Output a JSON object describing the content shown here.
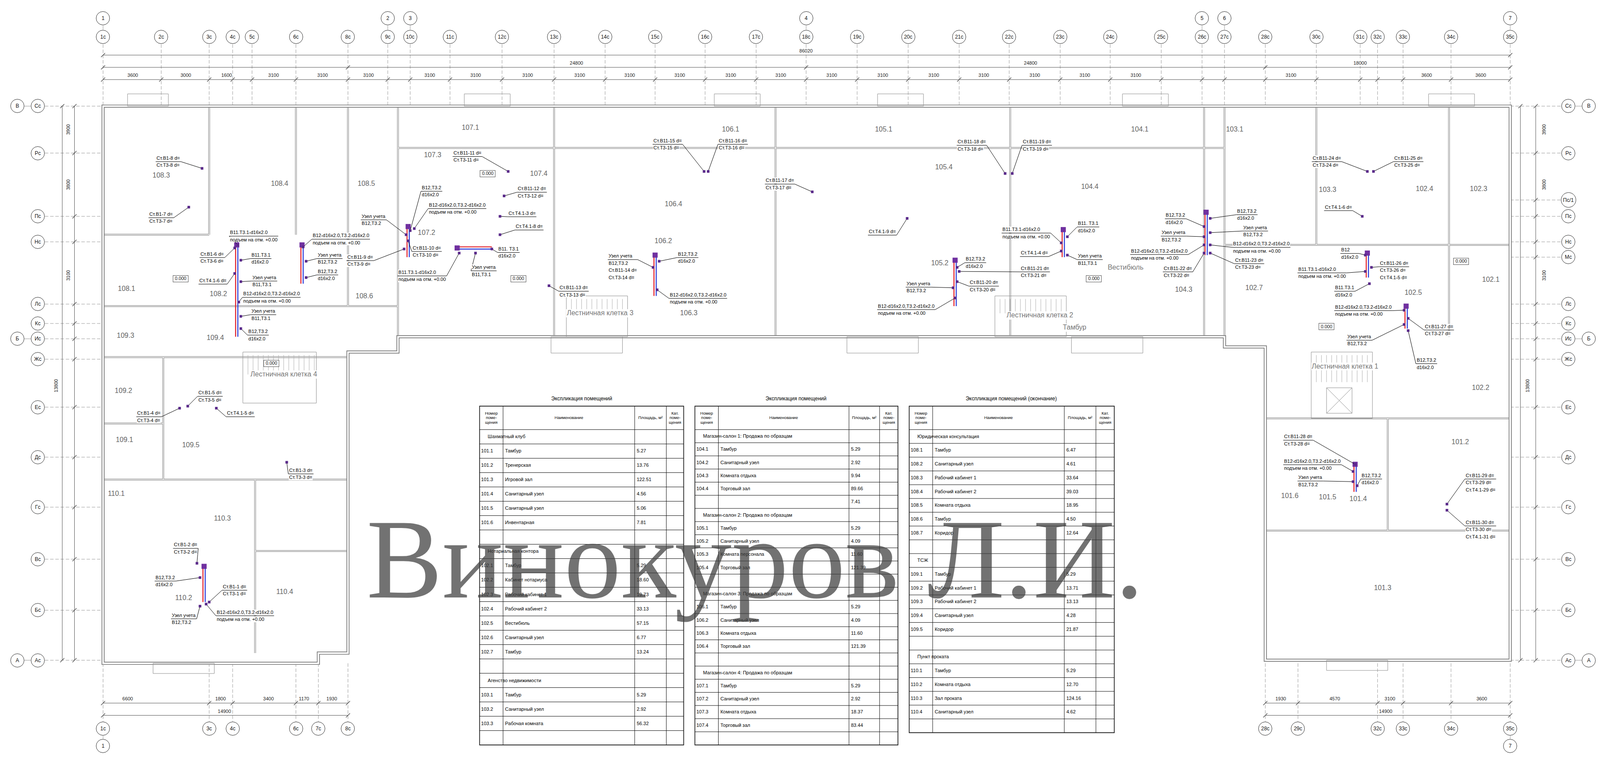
{
  "diagram": {
    "nodes": [
      {
        "text": [
          "1"
        ]
      },
      {
        "text": [
          "2"
        ]
      },
      {
        "text": [
          "3"
        ]
      },
      {
        "text": [
          "4"
        ]
      },
      {
        "text": [
          "5"
        ]
      },
      {
        "text": [
          "6"
        ]
      },
      {
        "text": [
          "7"
        ]
      },
      {
        "text": [
          "1с"
        ]
      },
      {
        "text": [
          "2с"
        ]
      },
      {
        "text": [
          "3с"
        ]
      },
      {
        "text": [
          "4с"
        ]
      },
      {
        "text": [
          "5с"
        ]
      },
      {
        "text": [
          "6с"
        ]
      },
      {
        "text": [
          "8с"
        ]
      },
      {
        "text": [
          "9с"
        ]
      },
      {
        "text": [
          "10с"
        ]
      },
      {
        "text": [
          "11с"
        ]
      },
      {
        "text": [
          "12с"
        ]
      },
      {
        "text": [
          "13с"
        ]
      },
      {
        "text": [
          "14с"
        ]
      },
      {
        "text": [
          "15с"
        ]
      },
      {
        "text": [
          "16с"
        ]
      },
      {
        "text": [
          "17с"
        ]
      },
      {
        "text": [
          "18с"
        ]
      },
      {
        "text": [
          "19с"
        ]
      },
      {
        "text": [
          "20с"
        ]
      },
      {
        "text": [
          "21с"
        ]
      },
      {
        "text": [
          "22с"
        ]
      },
      {
        "text": [
          "23с"
        ]
      },
      {
        "text": [
          "24с"
        ]
      },
      {
        "text": [
          "25с"
        ]
      },
      {
        "text": [
          "26с"
        ]
      },
      {
        "text": [
          "27с"
        ]
      },
      {
        "text": [
          "28с"
        ]
      },
      {
        "text": [
          "30с"
        ]
      },
      {
        "text": [
          "31с"
        ]
      },
      {
        "text": [
          "32с"
        ]
      },
      {
        "text": [
          "33с"
        ]
      },
      {
        "text": [
          "34с"
        ]
      },
      {
        "text": [
          "35с"
        ]
      },
      {
        "text": [
          "1с"
        ]
      },
      {
        "text": [
          "3с"
        ]
      },
      {
        "text": [
          "4с"
        ]
      },
      {
        "text": [
          "6с"
        ]
      },
      {
        "text": [
          "7с"
        ]
      },
      {
        "text": [
          "8с"
        ]
      },
      {
        "text": [
          "28с"
        ]
      },
      {
        "text": [
          "29с"
        ]
      },
      {
        "text": [
          "32с"
        ]
      },
      {
        "text": [
          "33с"
        ]
      },
      {
        "text": [
          "34с"
        ]
      },
      {
        "text": [
          "35с"
        ]
      },
      {
        "text": [
          "1"
        ]
      },
      {
        "text": [
          "7"
        ]
      },
      {
        "text": [
          "В"
        ]
      },
      {
        "text": [
          "Б"
        ]
      },
      {
        "text": [
          "А"
        ]
      },
      {
        "text": [
          "Сс"
        ]
      },
      {
        "text": [
          "Рс"
        ]
      },
      {
        "text": [
          "Пс"
        ]
      },
      {
        "text": [
          "Нс"
        ]
      },
      {
        "text": [
          "Лс"
        ]
      },
      {
        "text": [
          "Кс"
        ]
      },
      {
        "text": [
          "Ис"
        ]
      },
      {
        "text": [
          "Жс"
        ]
      },
      {
        "text": [
          "Ес"
        ]
      },
      {
        "text": [
          "Дс"
        ]
      },
      {
        "text": [
          "Гс"
        ]
      },
      {
        "text": [
          "Вс"
        ]
      },
      {
        "text": [
          "Бс"
        ]
      },
      {
        "text": [
          "Ас"
        ]
      },
      {
        "text": [
          "Сс"
        ]
      },
      {
        "text": [
          "Рс"
        ]
      },
      {
        "text": [
          "Пс/1"
        ]
      },
      {
        "text": [
          "Пс"
        ]
      },
      {
        "text": [
          "Нс"
        ]
      },
      {
        "text": [
          "Мс"
        ]
      },
      {
        "text": [
          "Лс"
        ]
      },
      {
        "text": [
          "Кс"
        ]
      },
      {
        "text": [
          "Ис"
        ]
      },
      {
        "text": [
          "Жс"
        ]
      },
      {
        "text": [
          "Ес"
        ]
      },
      {
        "text": [
          "Дс"
        ]
      },
      {
        "text": [
          "Гс"
        ]
      },
      {
        "text": [
          "Вс"
        ]
      },
      {
        "text": [
          "Бс"
        ]
      },
      {
        "text": [
          "Ас"
        ]
      },
      {
        "text": [
          "В"
        ]
      },
      {
        "text": [
          "Б"
        ]
      },
      {
        "text": [
          "А"
        ]
      },
      {
        "text": [
          "0.000"
        ]
      },
      {
        "text": [
          "0.000"
        ]
      },
      {
        "text": [
          "0.000"
        ]
      },
      {
        "text": [
          "0.000"
        ]
      },
      {
        "text": [
          "0.000"
        ]
      },
      {
        "text": [
          "0.000"
        ]
      },
      {
        "text": [
          "0.000"
        ]
      }
    ],
    "labels": [
      "86020",
      "24800",
      "24800",
      "18000",
      "3600",
      "3000",
      "1600",
      "3100",
      "3100",
      "3100",
      "3100",
      "3100",
      "3100",
      "3100",
      "3100",
      "3100",
      "3100",
      "3100",
      "3100",
      "3100",
      "3100",
      "3100",
      "3100",
      "3100",
      "3100",
      "3100",
      "3600",
      "3600",
      "6600",
      "1800",
      "3400",
      "1170",
      "1930",
      "1930",
      "4570",
      "3100",
      "3600",
      "14900",
      "14900",
      "3900",
      "3800",
      "3100",
      "13800",
      "3900",
      "3800",
      "3100",
      "13800",
      "107.1",
      "106.1",
      "105.1",
      "104.1",
      "103.1",
      "107.3",
      "107.4",
      "105.4",
      "108.3",
      "108.4",
      "108.5",
      "106.4",
      "104.4",
      "103.3",
      "102.4",
      "102.3",
      "107.2",
      "108.1",
      "108.2",
      "108.6",
      "106.2",
      "106.3",
      "105.2",
      "104.3",
      "102.7",
      "102.1",
      "102.5",
      "109.3",
      "109.4",
      "109.2",
      "109.1",
      "109.5",
      "110.1",
      "110.3",
      "110.2",
      "110.4",
      "102.2",
      "101.2",
      "101.6",
      "101.5",
      "101.4",
      "101.3",
      "Лестничная клетка 4",
      "Лестничная клетка 3",
      "Лестничная клетка 2",
      "Тамбур",
      "Вестибюль",
      "Лестничная клетка 1",
      "Ст.В1-8 d=",
      "Ст.Т3-8 d=",
      "Ст.В1-7 d=",
      "Ст.Т3-7 d=",
      "Ст.В1-6 d=",
      "Ст.Т3-6 d=",
      "Ст.Т4.1-6 d=",
      "В11.Т3.1-d16х2.0",
      "подъем на отм. +0.00",
      "В12-d16х2.0,Т3.2-d16х2.0",
      "подъем на отм. +0.00",
      "В11.Т3.1",
      "d16х2.0",
      "Узел учета",
      "В12,Т3.2",
      "В12,Т3.2",
      "d16х2.0",
      "Узел учета",
      "В11,Т3.1",
      "В12-d16х2.0,Т3.2-d16х2.0",
      "подъем на отм. +0.00",
      "Узел учета",
      "В11,Т3.1",
      "В12,Т3.2",
      "d16х2.0",
      "Ст.В1-5 d=",
      "Ст.Т3-5 d=",
      "Ст.В1-4 d=",
      "Ст.Т3-4 d=",
      "Ст.Т4.1-5 d=",
      "Ст.В1-3 d=",
      "Ст.Т3-3 d=",
      "Ст.В1-2 d=",
      "Ст.Т3-2 d=",
      "В12,Т3.2",
      "d16х2.0",
      "Ст.В1-1 d=",
      "Ст.Т3-1 d=",
      "Узел учета",
      "В12,Т3.2",
      "В12-d16х2.0,Т3.2-d16х2.0",
      "подъем на отм. +0.00",
      "Ст.В11-11 d=",
      "Ст.Т3-11 d=",
      "Ст.В11-12 d=",
      "Ст.Т3-12 d=",
      "Ст.Т4.1-3 d=",
      "Ст.Т4.1-8 d=",
      "В12,Т3.2",
      "d16х2.0",
      "В12-d16х2.0,Т3.2-d16х2.0",
      "подъем на отм. +0.00",
      "Узел учета",
      "В12,Т3.2",
      "Ст.В11-9 d=",
      "Ст.Т3-9 d=",
      "Ст.В11-10 d=",
      "Ст.Т3-10 d=",
      "В11.Т3.1-d16х2.0",
      "подъем на отм. +0.00",
      "Узел учета",
      "В11,Т3.1",
      "В11. Т3.1",
      "d16х2.0",
      "Ст.В11-13 d=",
      "Ст.Т3-13 d=",
      "Узел учета",
      "В12,Т3.2",
      "Ст.В11-14 d=",
      "Ст.Т3-14 d=",
      "В12,Т3.2",
      "d16х2.0",
      "В12-d16х2.0,Т3.2-d16х2.0",
      "подъем на отм. +0.00",
      "Ст.В11-15 d=",
      "Ст.Т3-15 d=",
      "Ст.В11-16 d=",
      "Ст.Т3-16 d=",
      "Ст.В11-17 d=",
      "Ст.Т3-17 d=",
      "Ст.Т4.1-9 d=",
      "Ст.В11-18 d=",
      "Ст.Т3-18 d=",
      "Ст.В11-19 d=",
      "Ст.Т3-19 d=",
      "В11.Т3.1-d16х2.0",
      "подъем на отм. +0.00",
      "В11. Т3.1",
      "d16х2.0",
      "Ст.Т4.1-4 d=",
      "Узел учета",
      "В11,Т3.1",
      "В12,Т3.2",
      "d16х2.0",
      "Ст.В11-21 d=",
      "Ст.Т3-21 d=",
      "Ст.В11-20 d=",
      "Ст.Т3-20 d=",
      "Узел учета",
      "В12,Т3.2",
      "В12-d16х2.0,Т3.2-d16х2.0",
      "подъем на отм. +0.00",
      "В12,Т3.2",
      "d16х2.0",
      "Узел учета",
      "В12,Т3.2",
      "В12,Т3.2",
      "d16х2.0",
      "Узел учета",
      "В12,Т3.2",
      "В12-d16х2.0,Т3.2-d16х2.0",
      "подъем на отм. +0.00",
      "Ст.В11-23 d=",
      "Ст.Т3-23 d=",
      "В12-d16х2.0,Т3.2-d16х2.0",
      "подъем на отм. +0.00",
      "Ст.В11-22 d=",
      "Ст.Т3-22 d=",
      "Ст.В11-24 d=",
      "Ст.Т3-24 d=",
      "Ст.В11-25 d=",
      "Ст.Т3-25 d=",
      "Ст.Т4.1-6 d=",
      "В12",
      "d16х2.0",
      "В11.Т3.1-d16х2.0",
      "подъем на отм. +0.00",
      "Ст.В11-26 d=",
      "Ст.Т3-26 d=",
      "Ст.Т4.1-5 d=",
      "В11.Т3.1",
      "d16х2.0",
      "В12-d16х2.0,Т3.2-d16х2.0",
      "подъем на отм. +0.00",
      "Ст.В11-27 d=",
      "Ст.Т3-27 d=",
      "Узел учета",
      "В12,Т3.2",
      "В12,Т3.2",
      "d16х2.0",
      "Ст.В11-28 d=",
      "Ст.Т3-28 d=",
      "В12-d16х2.0,Т3.2-d16х2.0",
      "подъем на отм. +0.00",
      "Узел учета",
      "В12,Т3.2",
      "В12,Т3.2",
      "d16х2.0",
      "Ст.В11-29 d=",
      "Ст.Т3-29 d=",
      "Ст.Т4.1-29 d=",
      "Ст.В11-30 d=",
      "Ст.Т3-30 d=",
      "Ст.Т4.1-31 d=",
      "Экспликация помещений",
      "Номер поме-щения",
      "Наименование",
      "Площадь, м²",
      "Кат. поме-щения",
      "Шахматный клуб",
      "101.1",
      "Тамбур",
      "5.27",
      "101.2",
      "Тренерская",
      "13.76",
      "101.3",
      "Игровой зал",
      "122.51",
      "101.4",
      "Санитарный узел",
      "4.56",
      "101.5",
      "Санитарный узел",
      "5.06",
      "101.6",
      "Инвентарная",
      "7.81",
      "Нотариальная контора",
      "102.1",
      "Тамбур",
      "5.29",
      "102.2",
      "Кабинет нотариуса",
      "18.60",
      "102.3",
      "Рабочий кабинет 1",
      "19.73",
      "102.4",
      "Рабочий кабинет 2",
      "33.13",
      "102.5",
      "Вестибюль",
      "57.15",
      "102.6",
      "Санитарный узел",
      "6.77",
      "102.7",
      "Тамбур",
      "13.24",
      "Агенство недвижимости",
      "103.1",
      "Тамбур",
      "5.29",
      "103.2",
      "Санитарный узел",
      "2.92",
      "103.3",
      "Рабочая комната",
      "56.32",
      "Экспликация помещений",
      "Номер поме-щения",
      "Наименование",
      "Площадь, м²",
      "Кат. поме-щения",
      "Магазин-салон 1: Продажа по образцам",
      "104.1",
      "Тамбур",
      "5.29",
      "104.2",
      "Санитарный узел",
      "2.92",
      "104.3",
      "Комната отдыха",
      "9.94",
      "104.4",
      "Торговый зал",
      "89.66",
      "7.41",
      "Магазин-салон 2: Продажа по образцам",
      "105.1",
      "Тамбур",
      "5.29",
      "105.2",
      "Санитарный узел",
      "4.09",
      "105.3",
      "Комната персонала",
      "11.60",
      "105.4",
      "Торговый зал",
      "121.39",
      "Магазин-салон 3: Продажа по образцам",
      "106.1",
      "Тамбур",
      "5.29",
      "106.2",
      "Санитарный узел",
      "4.09",
      "106.3",
      "Комната отдыха",
      "11.60",
      "106.4",
      "Торговый зал",
      "121.39",
      "Магазин-салон 4: Продажа по образцам",
      "107.1",
      "Тамбур",
      "5.29",
      "107.2",
      "Санитарный узел",
      "2.92",
      "107.3",
      "Комната отдыха",
      "18.37",
      "107.4",
      "Торговый зал",
      "83.44",
      "Экспликация помещений (окончание)",
      "Номер поме-щения",
      "Наименование",
      "Площадь, м²",
      "Кат. поме-щения",
      "Юридическая консультация",
      "108.1",
      "Тамбур",
      "6.47",
      "108.2",
      "Санитарный узел",
      "4.61",
      "108.3",
      "Рабочий кабинет 1",
      "33.64",
      "108.4",
      "Рабочий кабинет 2",
      "39.03",
      "108.5",
      "Комната отдыха",
      "18.95",
      "108.6",
      "Тамбур",
      "4.50",
      "108.7",
      "Коридор",
      "12.64",
      "ТСЖ",
      "109.1",
      "Тамбур",
      "5.29",
      "109.2",
      "Рабочий кабинет 1",
      "13.71",
      "109.3",
      "Рабочий кабинет 2",
      "13.13",
      "109.4",
      "Санитарный узел",
      "4.28",
      "109.5",
      "Коридор",
      "21.87",
      "Пункт проката",
      "110.1",
      "Тамбур",
      "5.29",
      "110.2",
      "Комната отдыха",
      "12.70",
      "110.3",
      "Зал проката",
      "124.16",
      "110.4",
      "Санитарный узел",
      "4.62",
      "Винокуров Л.И."
    ]
  }
}
